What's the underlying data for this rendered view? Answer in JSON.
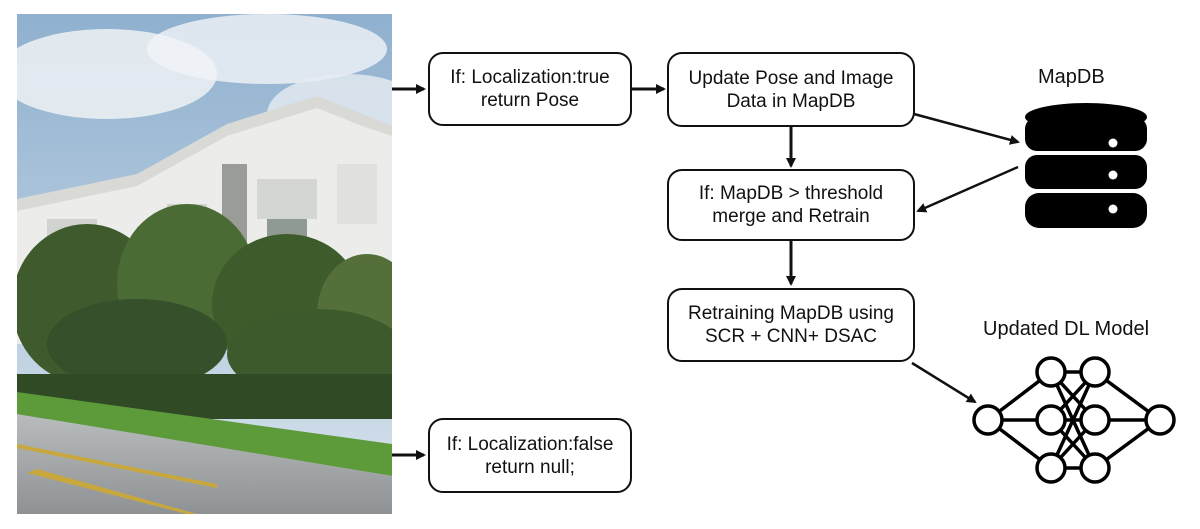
{
  "photo": {
    "icon": "building-street-photo"
  },
  "nodes": {
    "loc_true": {
      "line1": "If: Localization:true",
      "line2": "return Pose"
    },
    "update": {
      "line1": "Update Pose and Image",
      "line2": "Data in MapDB"
    },
    "threshold": {
      "line1": "If: MapDB > threshold",
      "line2": "merge and Retrain"
    },
    "retrain": {
      "line1": "Retraining MapDB using",
      "line2": "SCR + CNN+ DSAC"
    },
    "loc_false": {
      "line1": "If: Localization:false",
      "line2": "return null;"
    }
  },
  "database": {
    "label": "MapDB",
    "icon": "database-icon"
  },
  "model": {
    "label": "Updated DL Model",
    "icon": "neural-network-icon"
  },
  "colors": {
    "stroke": "#111111",
    "background": "#ffffff"
  }
}
